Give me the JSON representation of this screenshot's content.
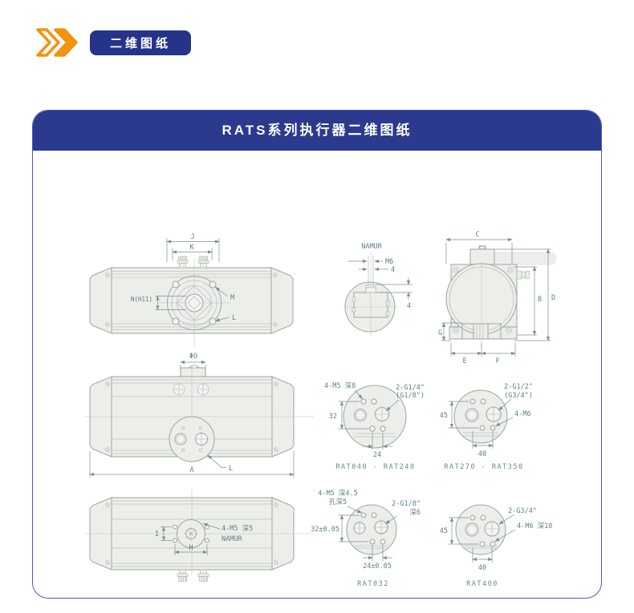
{
  "header": {
    "badge_label": "二维图纸"
  },
  "card": {
    "title": "RATS系列执行器二维图纸"
  },
  "colors": {
    "brand_blue": "#2b3a8e",
    "badge_blue": "#26338b",
    "border_blue": "#4a57c8",
    "accent_orange": "#f2930f",
    "dim_text": "#5e8086"
  },
  "drawings": {
    "front_view": {
      "dims": {
        "j": "J",
        "k": "K",
        "n": "N(H11)",
        "m": "M",
        "l": "L"
      }
    },
    "namur_detail": {
      "title": "NAMUR",
      "dims": {
        "thread": "M6",
        "width": "4",
        "height": "4"
      }
    },
    "side_view": {
      "dims": {
        "c": "C",
        "b": "B",
        "d": "D",
        "g": "G",
        "e": "E",
        "f": "F"
      }
    },
    "top_view": {
      "dims": {
        "shaft": "ΦO",
        "l": "L",
        "a": "A"
      }
    },
    "flange_rat040": {
      "labels": {
        "tap": "4-M5 深8",
        "port_line1": "2-G1/4\"",
        "port_line2": "(G1/8\")"
      },
      "dims": {
        "v": "32",
        "h": "24"
      },
      "caption": "RAT040 - RAT240"
    },
    "flange_rat270": {
      "labels": {
        "port_line1": "2-G1/2\"",
        "port_line2": "(G3/4\")",
        "tap": "4-M6"
      },
      "dims": {
        "v": "45",
        "h": "40"
      },
      "caption": "RAT270 - RAT350"
    },
    "bottom_view": {
      "labels": {
        "tap": "4-M5 深5",
        "namur": "NAMUR"
      },
      "dims": {
        "i": "I",
        "h": "H"
      }
    },
    "flange_rat032": {
      "labels": {
        "tap_line1": "4-M5 深4.5",
        "tap_line2": "孔深5",
        "port_line1": "2-G1/8\"",
        "port_line2": "深6"
      },
      "dims": {
        "v": "32±0.05",
        "h": "24±0.05"
      },
      "caption": "RAT032"
    },
    "flange_rat400": {
      "labels": {
        "port": "2-G3/4\"",
        "tap": "4-M6 深10"
      },
      "dims": {
        "v": "45",
        "h": "40"
      },
      "caption": "RAT400"
    }
  }
}
